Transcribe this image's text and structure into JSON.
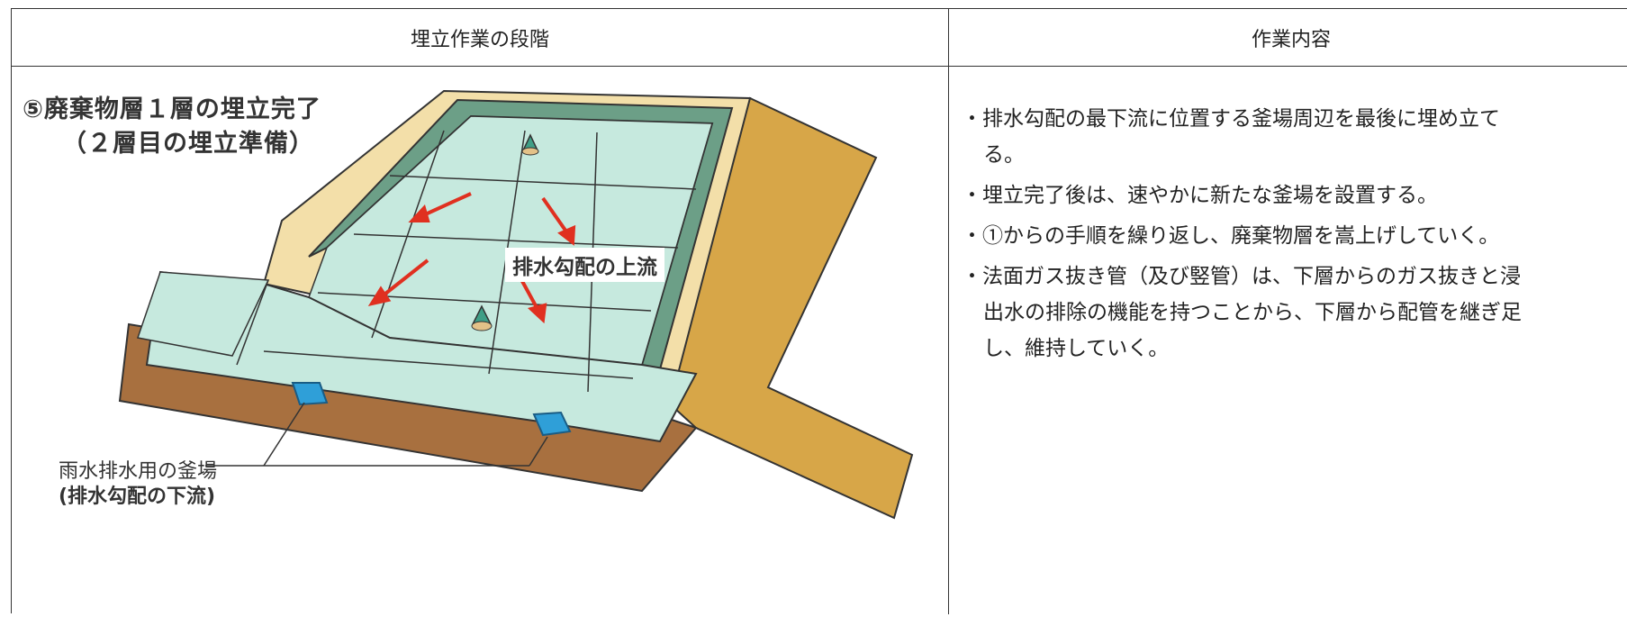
{
  "header": {
    "stage_label": "埋立作業の段階",
    "content_label": "作業内容"
  },
  "illustration": {
    "title_line1": "⑤廃棄物層１層の埋立完了",
    "title_line2": "（２層目の埋立準備）",
    "upstream_label": "排水勾配の上流",
    "caption_line1": "雨水排水用の釜場",
    "caption_line2": "(排水勾配の下流)",
    "colors": {
      "liner": "#c6e9de",
      "wall_green": "#6c9f87",
      "earth_brown": "#a8703f",
      "embankment": "#d7a648",
      "arrow": "#e03020",
      "sump": "#2f9fd8"
    }
  },
  "work_items": [
    {
      "line1": "・排水勾配の最下流に位置する釜場周辺を最後に埋め立て",
      "line2": "る。"
    },
    {
      "line1": "・埋立完了後は、速やかに新たな釜場を設置する。",
      "line2": ""
    },
    {
      "line1": "・①からの手順を繰り返し、廃棄物層を嵩上げしていく。",
      "line2": ""
    },
    {
      "line1": "・法面ガス抜き管（及び竪管）は、下層からのガス抜きと浸",
      "line2": "出水の排除の機能を持つことから、下層から配管を継ぎ足",
      "line3": "し、維持していく。"
    }
  ]
}
